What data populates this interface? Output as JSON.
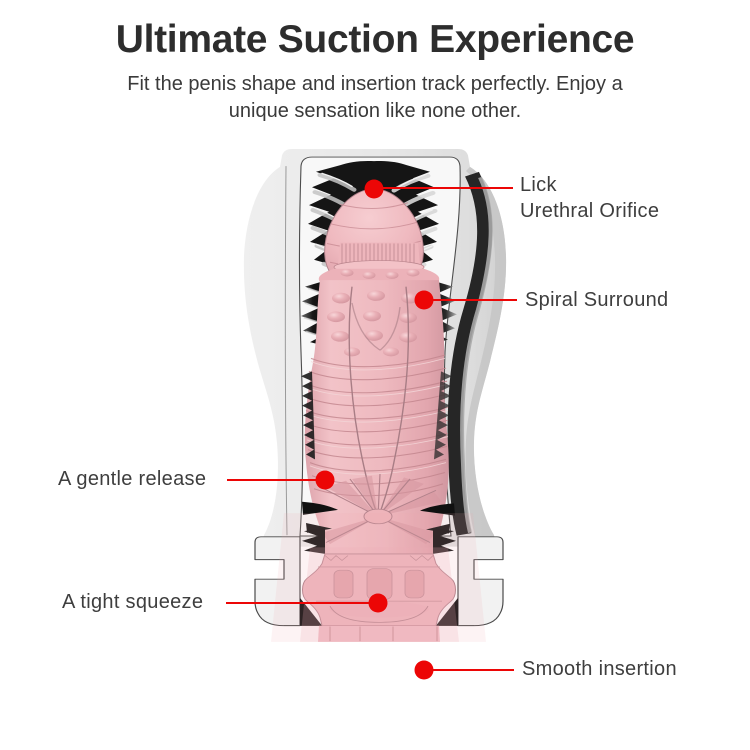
{
  "header": {
    "title": "Ultimate Suction Experience",
    "subtitle_lines": [
      "Fit the penis shape and insertion track perfectly. Enjoy a",
      "unique sensation like none other."
    ]
  },
  "callouts": [
    {
      "id": "lick-urethral-orifice",
      "lines": [
        "Lick",
        "Urethral Orifice"
      ]
    },
    {
      "id": "spiral-surround",
      "lines": [
        "Spiral Surround"
      ]
    },
    {
      "id": "gentle-release",
      "lines": [
        "A gentle release"
      ]
    },
    {
      "id": "tight-squeeze",
      "lines": [
        "A tight squeeze"
      ]
    },
    {
      "id": "smooth-insertion",
      "lines": [
        "Smooth insertion"
      ]
    }
  ],
  "colors": {
    "page_bg": "#ffffff",
    "accent_red": "#ec0606",
    "title_color": "#2d2d2d",
    "text_color": "#3a3a3a",
    "label_color": "#3e3e3e",
    "pink_base": "#efb9bf",
    "case_gray": "#e8e8e8",
    "dark_texture": "#151515"
  }
}
